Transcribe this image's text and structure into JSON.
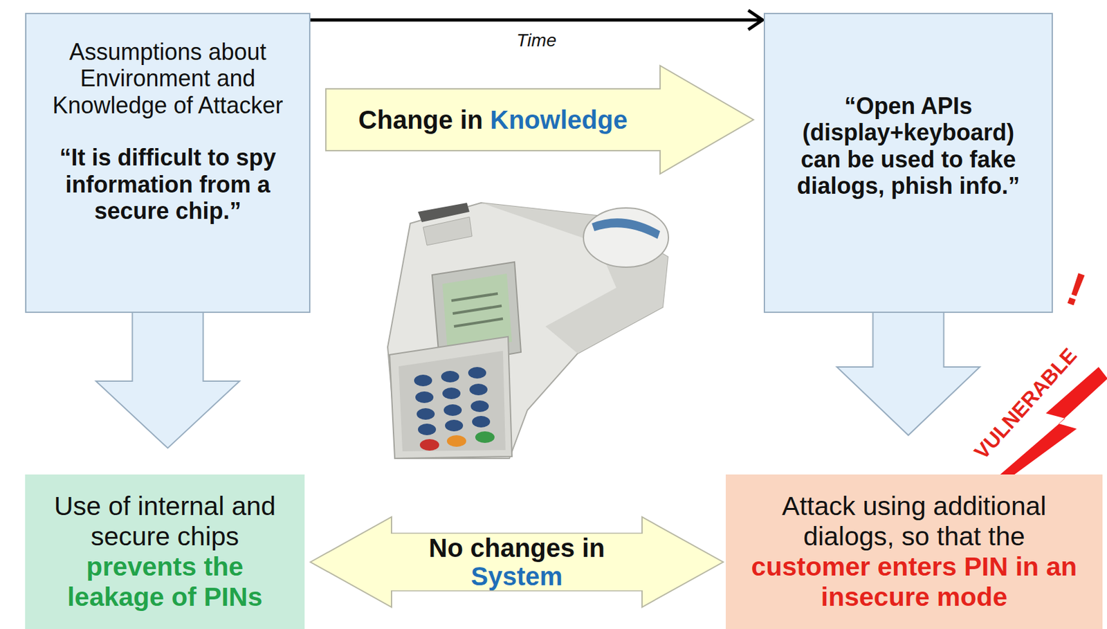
{
  "diagram": {
    "nodes": [
      {
        "text": [
          "Assumptions about Environment and Knowledge of Attacker",
          "“It is difficult to spy information from a secure chip.”"
        ]
      },
      {
        "text": [
          "“Open APIs (display+keyboard) can be used to fake dialogs, phish info.”"
        ]
      },
      {
        "text": [
          "Use of internal and secure chips",
          "prevents the leakage of PINs"
        ]
      },
      {
        "text": [
          "Attack using additional dialogs, so that the",
          "customer enters PIN in an insecure mode"
        ]
      }
    ],
    "edges": [
      {
        "from": 0,
        "to": 1,
        "arrow": "to",
        "label": "Time"
      },
      {
        "from": 0,
        "to": 1,
        "arrow": "to",
        "label": "Change in Knowledge"
      },
      {
        "from": 0,
        "to": 2,
        "arrow": "to"
      },
      {
        "from": 1,
        "to": 3,
        "arrow": "to"
      },
      {
        "from": 2,
        "to": 3,
        "arrow": "both",
        "label": "No changes in System"
      }
    ],
    "labels": [
      "VULNERABLE",
      "!"
    ]
  }
}
